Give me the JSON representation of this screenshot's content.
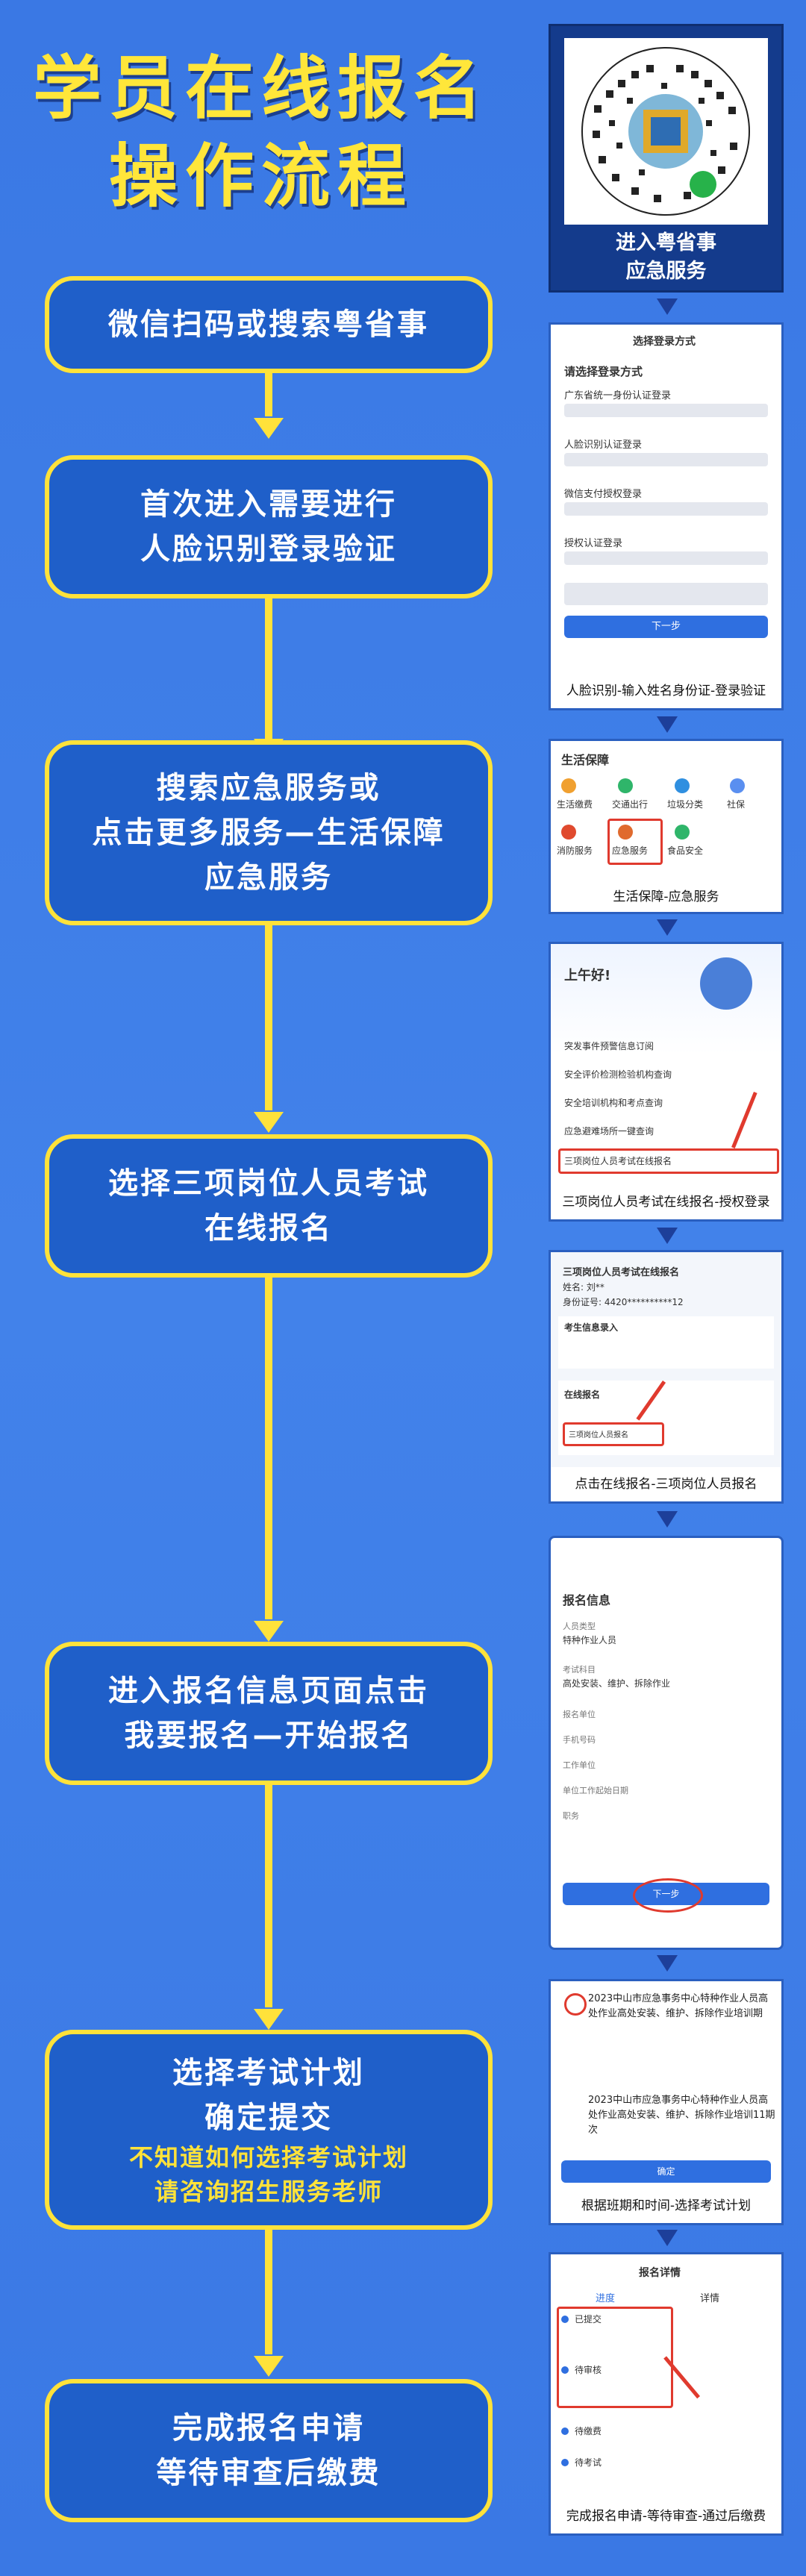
{
  "title": {
    "line1": "学员在线报名",
    "line2": "操作流程"
  },
  "qr": {
    "line1": "进入粤省事",
    "line2": "应急服务"
  },
  "steps": [
    {
      "lines": [
        "微信扫码或搜索粤省事"
      ]
    },
    {
      "lines": [
        "首次进入需要进行",
        "人脸识别登录验证"
      ]
    },
    {
      "lines": [
        "搜索应急服务或",
        "点击更多服务—生活保障",
        "应急服务"
      ]
    },
    {
      "lines": [
        "选择三项岗位人员考试",
        "在线报名"
      ]
    },
    {
      "lines": [
        "进入报名信息页面点击",
        "我要报名—开始报名"
      ]
    },
    {
      "lines": [
        "选择考试计划",
        "确定提交"
      ],
      "note": [
        "不知道如何选择考试计划",
        "请咨询招生服务老师"
      ]
    },
    {
      "lines": [
        "完成报名申请",
        "等待审查后缴费"
      ]
    }
  ],
  "captions": [
    "人脸识别-输入姓名身份证-登录验证",
    "生活保障-应急服务",
    "三项岗位人员考试在线报名-授权登录",
    "点击在线报名-三项岗位人员报名",
    "根据班期和时间-选择考试计划",
    "完成报名申请-等待审查-通过后缴费"
  ],
  "screens": {
    "login": {
      "header": "选择登录方式",
      "title": "请选择登录方式",
      "opt1": "广东省统一身份认证登录",
      "opt2": "人脸识别认证登录",
      "opt3": "微信支付授权登录",
      "opt4": "授权认证登录",
      "btn": "下一步"
    },
    "life": {
      "title": "生活保障",
      "items": [
        "生活缴费",
        "交通出行",
        "垃圾分类",
        "社保",
        "消防服务",
        "应急服务",
        "食品安全"
      ]
    },
    "exam": {
      "greet": "上午好!",
      "list": [
        "突发事件预警信息订阅",
        "安全评价检测检验机构查询",
        "安全培训机构和考点查询",
        "应急避难场所一键查询",
        "三项岗位人员考试在线报名"
      ]
    },
    "apply": {
      "title": "三项岗位人员考试在线报名",
      "name": "姓名: 刘**",
      "id": "身份证号: 4420**********12",
      "sec1": "考生信息录入",
      "sec2": "在线报名",
      "btn": "三项岗位人员报名"
    },
    "info": {
      "title": "报名信息",
      "fields": [
        "人员类型",
        "特种作业人员",
        "考试科目",
        "高处安装、维护、拆除作业",
        "报名单位",
        "手机号码",
        "工作单位",
        "单位工作起始日期",
        "职务"
      ],
      "btn": "下一步"
    },
    "plan": {
      "text1": "2023中山市应急事务中心特种作业人员高处作业高处安装、维护、拆除作业培训期",
      "text2": "2023中山市应急事务中心特种作业人员高处作业高处安装、维护、拆除作业培训11期次",
      "btn": "确定"
    },
    "detail": {
      "header": "报名详情",
      "tab1": "进度",
      "tab2": "详情",
      "s1": "已提交",
      "s2": "待审核",
      "s3": "待缴费",
      "s4": "待考试"
    }
  }
}
